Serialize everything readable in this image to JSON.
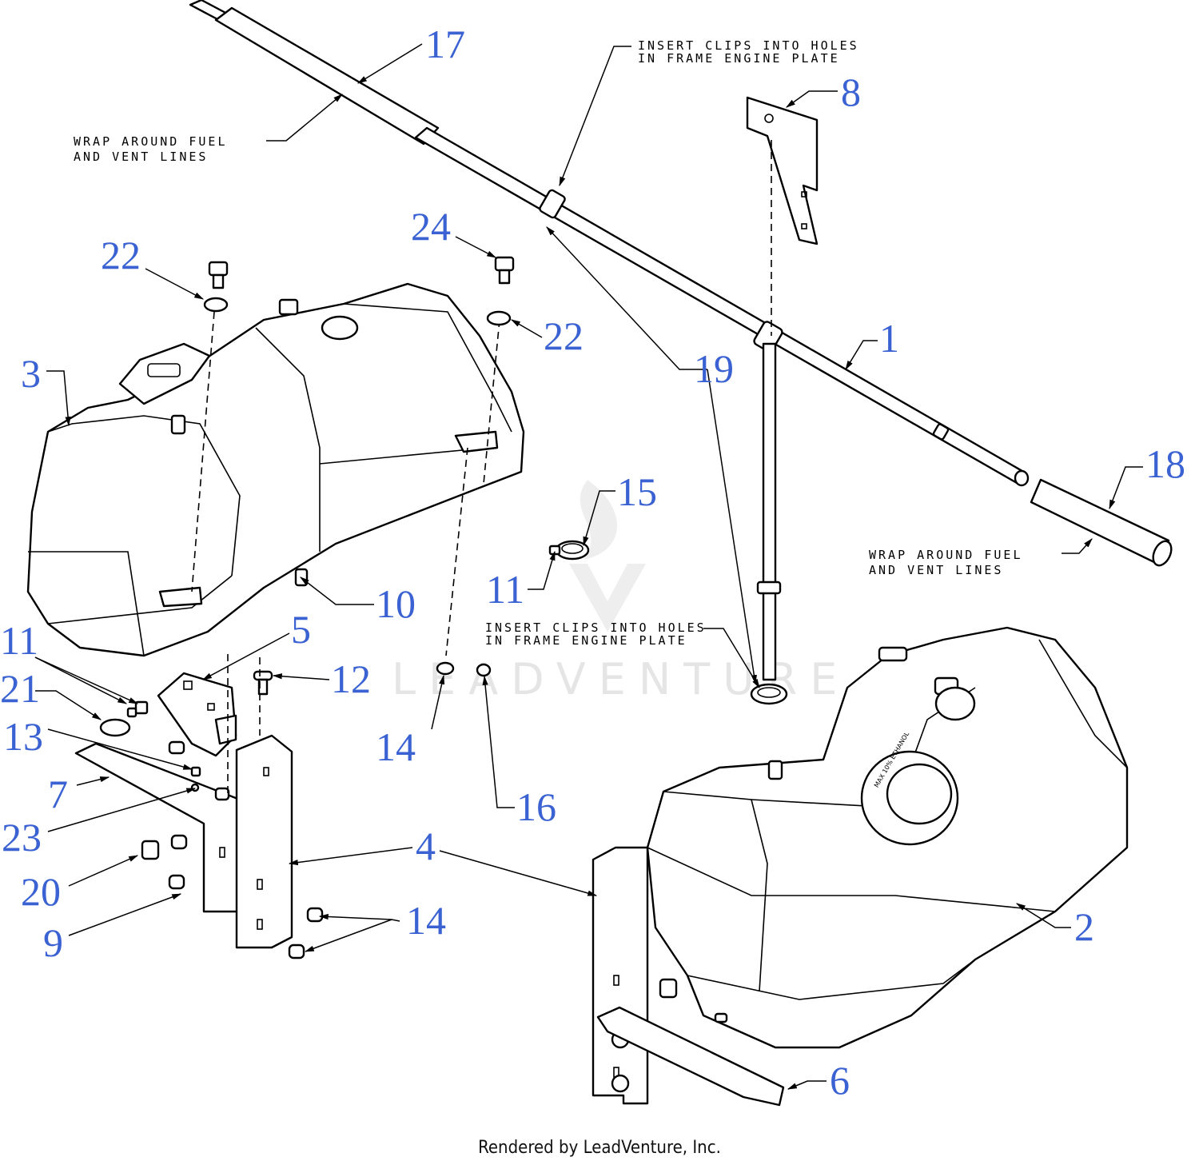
{
  "callouts": {
    "c17": "17",
    "c8": "8",
    "c24": "24",
    "c22a": "22",
    "c22b": "22",
    "c3": "3",
    "c1": "1",
    "c19": "19",
    "c18": "18",
    "c15": "15",
    "c11a": "11",
    "c10": "10",
    "c5": "5",
    "c11b": "11",
    "c21": "21",
    "c12": "12",
    "c13": "13",
    "c14a": "14",
    "c7": "7",
    "c16": "16",
    "c23": "23",
    "c4": "4",
    "c20": "20",
    "c2": "2",
    "c9": "9",
    "c14b": "14",
    "c6": "6"
  },
  "notes": {
    "wrap_top": [
      "WRAP AROUND FUEL",
      "AND VENT LINES"
    ],
    "clips_top": [
      "INSERT CLIPS INTO HOLES",
      "IN FRAME ENGINE PLATE"
    ],
    "wrap_right": [
      "WRAP AROUND FUEL",
      "AND VENT LINES"
    ],
    "clips_mid": [
      "INSERT CLIPS INTO HOLES",
      "IN FRAME ENGINE PLATE"
    ]
  },
  "cap_text": {
    "ethanol": "MAX 10% ETHANOL"
  },
  "watermark": "LEADVENTURE",
  "footer": "Rendered by LeadVenture, Inc.",
  "colors": {
    "callout": "#3b62d2",
    "line": "#000000",
    "watermark": "#cfcfcf"
  }
}
